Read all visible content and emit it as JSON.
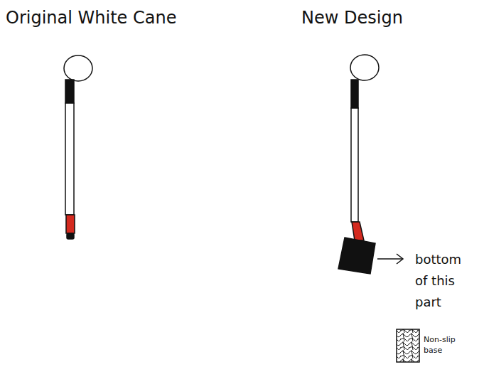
{
  "diagram": {
    "labels": [
      "Original White Cane",
      "New Design",
      "bottom of this part",
      "Non-slip base"
    ]
  }
}
